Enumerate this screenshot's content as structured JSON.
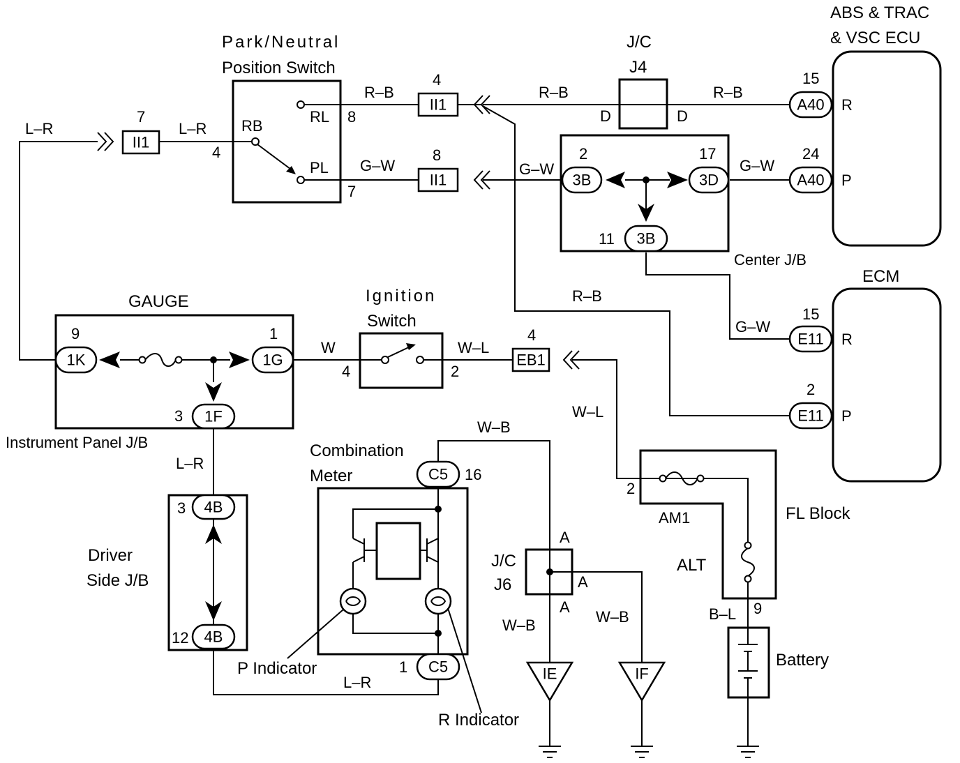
{
  "components": {
    "pn_switch": {
      "title_line1": "Park/Neutral",
      "title_line2": "Position Switch",
      "pin_rb": "RB",
      "pin_rl": "RL",
      "pin_pl": "PL",
      "num_4": "4",
      "num_8": "8",
      "num_7": "7"
    },
    "abs_ecu": {
      "title_line1": "ABS & TRAC",
      "title_line2": "& VSC ECU",
      "pin_r": "R",
      "pin_p": "P"
    },
    "ecm": {
      "title": "ECM",
      "pin_r": "R",
      "pin_p": "P"
    },
    "jc_j4": {
      "title_line1": "J/C",
      "title_line2": "J4",
      "pin_left": "D",
      "pin_right": "D"
    },
    "center_jb": {
      "label": "Center J/B",
      "num_2": "2",
      "num_17": "17",
      "num_11": "11"
    },
    "instrument_panel_jb": {
      "label": "Instrument Panel J/B",
      "gauge": "GAUGE",
      "num_9": "9",
      "num_1": "1",
      "num_3": "3"
    },
    "ignition_switch": {
      "title_line1": "Ignition",
      "title_line2": "Switch",
      "num_4": "4",
      "num_2": "2"
    },
    "driver_side_jb": {
      "label_line1": "Driver",
      "label_line2": "Side J/B",
      "num_3": "3",
      "num_12": "12"
    },
    "combination_meter": {
      "title_line1": "Combination",
      "title_line2": "Meter",
      "num_16": "16",
      "num_1": "1",
      "p_indicator": "P Indicator",
      "r_indicator": "R Indicator"
    },
    "jc_j6": {
      "title_line1": "J/C",
      "title_line2": "J6",
      "pin_a_top": "A",
      "pin_a_right": "A",
      "pin_a_bottom": "A"
    },
    "fl_block": {
      "label": "FL Block",
      "am1": "AM1",
      "alt": "ALT",
      "num_2": "2",
      "num_9": "9"
    },
    "battery": {
      "label": "Battery"
    }
  },
  "connectors": {
    "ii1_top": "II1",
    "ii1_top_num": "4",
    "ii1_mid": "II1",
    "ii1_mid_num": "8",
    "ii1_left": "II1",
    "ii1_left_num": "7",
    "a40_r": "A40",
    "a40_r_num": "15",
    "a40_p": "A40",
    "a40_p_num": "24",
    "e11_r": "E11",
    "e11_r_num": "15",
    "e11_p": "E11",
    "e11_p_num": "2",
    "c3b_2": "3B",
    "c3d_17": "3D",
    "c3b_11": "3B",
    "c1k": "1K",
    "c1g": "1G",
    "c1f": "1F",
    "c4b_3": "4B",
    "c4b_12": "4B",
    "c5_16": "C5",
    "c5_1": "C5",
    "eb1": "EB1",
    "eb1_num": "4",
    "ie": "IE",
    "if": "IF"
  },
  "wire_colors": {
    "rb_1": "R–B",
    "rb_2": "R–B",
    "rb_3": "R–B",
    "rb_4": "R–B",
    "gw_1": "G–W",
    "gw_2": "G–W",
    "gw_3": "G–W",
    "gw_4": "G–W",
    "lr_1": "L–R",
    "lr_2": "L–R",
    "lr_3": "L–R",
    "lr_4": "L–R",
    "w_1": "W",
    "wl_1": "W–L",
    "wl_2": "W–L",
    "wb_1": "W–B",
    "wb_2": "W–B",
    "wb_3": "W–B",
    "bl_1": "B–L"
  }
}
